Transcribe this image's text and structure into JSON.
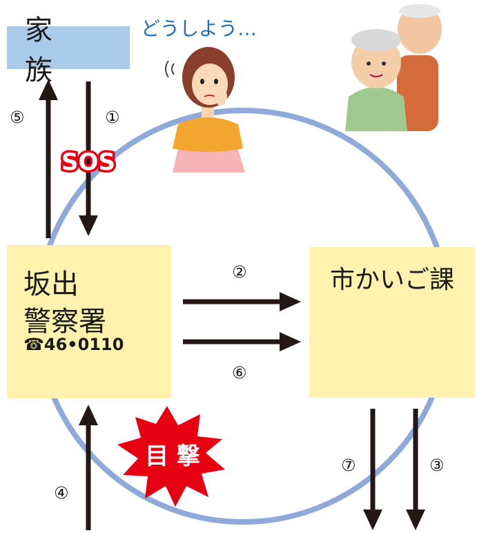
{
  "family": {
    "label": "家　族"
  },
  "police": {
    "name_line1": "坂出",
    "name_line2": "警察署",
    "phone": "☎46•0110"
  },
  "city": {
    "label": "市かいご課"
  },
  "worried_text": "どうしよう…",
  "sos_label": "SOS",
  "witness_label": "目 撃",
  "steps": {
    "s1": "①",
    "s2": "②",
    "s3": "③",
    "s4": "④",
    "s5": "⑤",
    "s6": "⑥",
    "s7": "⑦"
  },
  "colors": {
    "circle": "#8fa9d9",
    "family_box": "#a9cbe9",
    "panel": "#fff1ae",
    "arrow": "#231816",
    "sos": "#e60012",
    "starburst": "#e60012"
  }
}
